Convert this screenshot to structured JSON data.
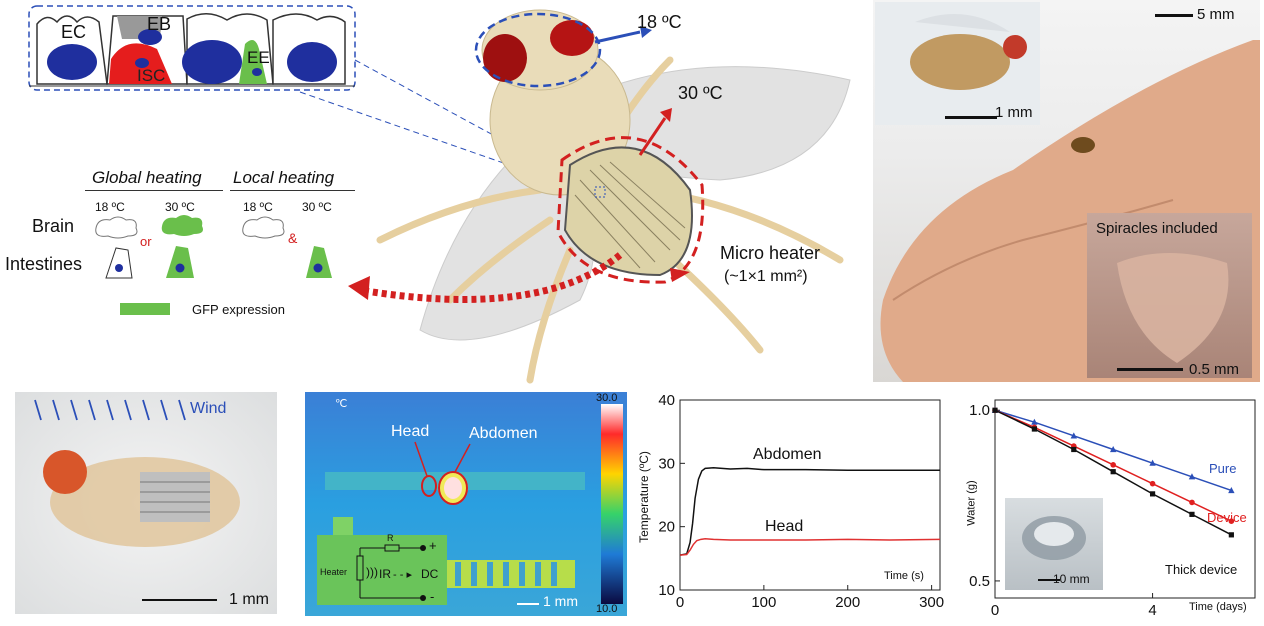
{
  "cells": {
    "ec": "EC",
    "eb": "EB",
    "isc": "ISC",
    "ee": "EE"
  },
  "fly_illustration": {
    "head_temp": "18 ºC",
    "abdomen_temp": "30 ºC",
    "heater_label": "Micro heater",
    "heater_size": "(~1×1 mm²)"
  },
  "heating_schematic": {
    "global_heading": "Global heating",
    "local_heading": "Local heating",
    "temps": [
      "18 ºC",
      "30 ºC",
      "18 ºC",
      "30 ºC"
    ],
    "row_brain": "Brain",
    "row_intestines": "Intestines",
    "or_label": "or",
    "and_label": "&",
    "legend_label": "GFP expression",
    "colors": {
      "gfp": "#6abf4b",
      "nucleus": "#1f2f9e"
    }
  },
  "finger_photo": {
    "scale_main": "5 mm",
    "inset_scale": "1 mm",
    "spiracles_label": "Spiracles included",
    "spiracles_scale": "0.5 mm"
  },
  "wind_photo": {
    "wind_label": "Wind",
    "scale": "1 mm"
  },
  "thermal_image": {
    "unit": "℃",
    "head_label": "Head",
    "abdomen_label": "Abdomen",
    "colorbar_max": "30.0",
    "colorbar_min": "10.0",
    "scale": "1 mm",
    "circuit": {
      "heater": "Heater",
      "resistor": "R",
      "ir": "IR",
      "dc": "DC",
      "plus": "+",
      "minus": "-"
    }
  },
  "chart_data": [
    {
      "type": "line",
      "ylabel": "Temperature (ºC)",
      "xlabel": "Time (s)",
      "xlim": [
        0,
        310
      ],
      "ylim": [
        10,
        40
      ],
      "x_ticks": [
        0,
        100,
        200,
        300
      ],
      "y_ticks": [
        10,
        20,
        30,
        40
      ],
      "series": [
        {
          "name": "Abdomen",
          "color": "#111111",
          "x": [
            0,
            8,
            12,
            15,
            18,
            22,
            26,
            30,
            40,
            60,
            80,
            100,
            150,
            200,
            250,
            310
          ],
          "y": [
            15.5,
            15.7,
            17.5,
            20.5,
            24.5,
            27.5,
            28.8,
            29.2,
            29.3,
            29.1,
            29.2,
            29.0,
            29.0,
            28.9,
            28.9,
            28.9
          ]
        },
        {
          "name": "Head",
          "color": "#e03131",
          "x": [
            0,
            8,
            12,
            16,
            20,
            25,
            30,
            40,
            60,
            100,
            150,
            200,
            250,
            310
          ],
          "y": [
            15.5,
            15.6,
            16.3,
            17.2,
            17.8,
            18.0,
            18.1,
            18.0,
            17.9,
            17.9,
            17.9,
            18.0,
            17.9,
            18.0
          ]
        }
      ]
    },
    {
      "type": "line",
      "ylabel": "Water (g)",
      "xlabel": "Time (days)",
      "xlim": [
        0,
        6.6
      ],
      "ylim": [
        0.45,
        1.03
      ],
      "x_ticks": [
        0,
        4
      ],
      "y_ticks": [
        0.5,
        1.0
      ],
      "series": [
        {
          "name": "Pure",
          "color": "#2b4fb8",
          "marker": "triangle",
          "x": [
            0,
            1,
            2,
            3,
            4,
            5,
            6
          ],
          "y": [
            1.0,
            0.965,
            0.925,
            0.885,
            0.845,
            0.805,
            0.765
          ]
        },
        {
          "name": "Device",
          "color": "#e02020",
          "marker": "circle",
          "x": [
            0,
            1,
            2,
            3,
            4,
            5,
            6
          ],
          "y": [
            1.0,
            0.95,
            0.895,
            0.84,
            0.785,
            0.73,
            0.675
          ]
        },
        {
          "name": "Thick device",
          "color": "#111111",
          "marker": "square",
          "x": [
            0,
            1,
            2,
            3,
            4,
            5,
            6
          ],
          "y": [
            1.0,
            0.945,
            0.885,
            0.82,
            0.755,
            0.695,
            0.635
          ]
        }
      ],
      "inset_scale": "10 mm"
    }
  ]
}
